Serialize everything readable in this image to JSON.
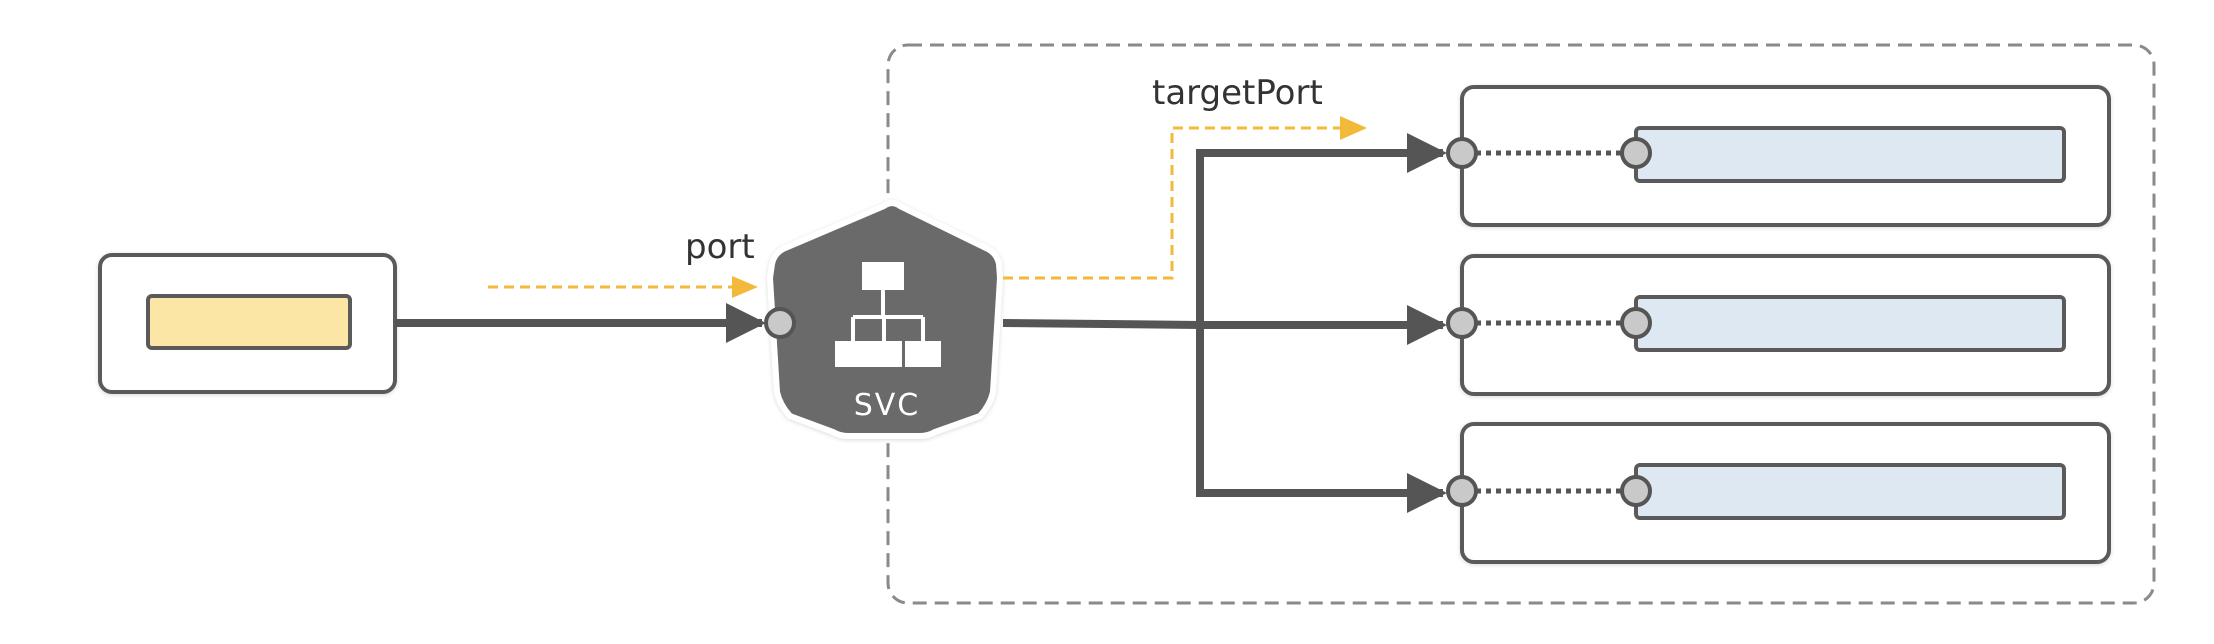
{
  "labels": {
    "port": "port",
    "target_port": "targetPort",
    "service": "SVC"
  },
  "colors": {
    "line": "#555555",
    "box_stroke": "#5a5a5a",
    "client_fill": "#fbe6a6",
    "pod_fill": "#dde8f3",
    "dashed_arrow": "#f3b93a",
    "service_fill": "#6b6b6b",
    "port_node": "#c9c9c9",
    "boundary": "#8a8a8a"
  },
  "icons": {
    "service": "network-hierarchy-icon"
  }
}
